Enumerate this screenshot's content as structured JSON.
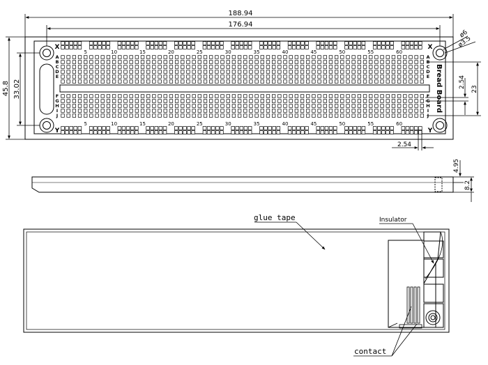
{
  "top_view": {
    "dimensions": {
      "overall_length": "188.94",
      "hole_span": "176.94",
      "overall_height": "45.8",
      "inner_height": "33.02",
      "row_pitch": "2.54",
      "block_height": "23",
      "column_pitch": "2.54",
      "hole_dia_outer": "ø6",
      "hole_dia_inner": "ø3.5"
    },
    "column_numbers": [
      "5",
      "10",
      "15",
      "20",
      "25",
      "30",
      "35",
      "40",
      "45",
      "50",
      "55",
      "60"
    ],
    "upper_rows": [
      "A",
      "B",
      "C",
      "D",
      "E"
    ],
    "lower_rows": [
      "F",
      "G",
      "H",
      "I",
      "J"
    ],
    "rail_top_label": "X",
    "rail_bottom_label": "Y",
    "brand_text": "Bread Board"
  },
  "side_view": {
    "dimensions": {
      "top_height": "4.95",
      "total_height": "8.2"
    }
  },
  "bottom_view": {
    "callouts": {
      "glue_tape": "glue tape",
      "insulator": "Insulator",
      "contact": "contact"
    }
  },
  "colors": {
    "line": "#000000",
    "background": "#ffffff"
  }
}
